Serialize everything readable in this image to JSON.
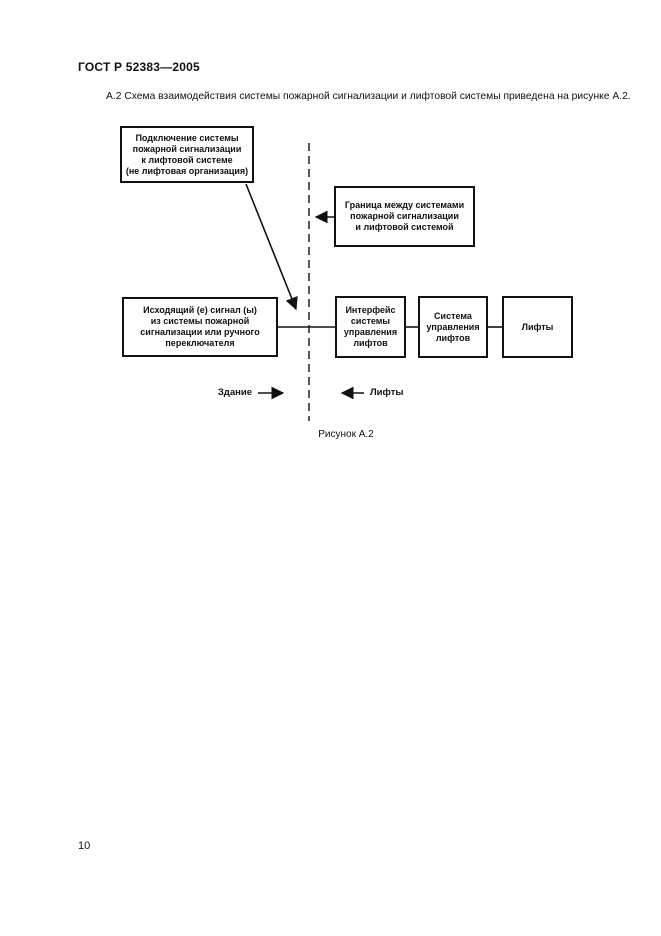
{
  "page": {
    "header": "ГОСТ Р 52383—2005",
    "paragraph": "А.2  Схема взаимодействия системы пожарной сигнализации и лифтовой системы приведена на рисунке А.2.",
    "page_number": "10"
  },
  "diagram": {
    "caption": "Рисунок А.2",
    "boxes": {
      "connection": {
        "lines": [
          "Подключение системы",
          "пожарной сигнализации",
          "к лифтовой системе",
          "(не лифтовая организация)"
        ]
      },
      "boundary": {
        "lines": [
          "Граница между системами",
          "пожарной сигнализации",
          "и лифтовой системой"
        ]
      },
      "outgoing": {
        "lines": [
          "Исходящий (е) сигнал (ы)",
          "из системы пожарной",
          "сигнализации или ручного",
          "переключателя"
        ]
      },
      "interface": {
        "lines": [
          "Интерфейс",
          "системы",
          "управления",
          "лифтов"
        ]
      },
      "control": {
        "lines": [
          "Система",
          "управления",
          "лифтов"
        ]
      },
      "lifts": {
        "lines": [
          "Лифты"
        ]
      }
    },
    "labels": {
      "building": "Здание",
      "lifts": "Лифты"
    },
    "colors": {
      "ink": "#111111",
      "paper": "#ffffff"
    }
  }
}
